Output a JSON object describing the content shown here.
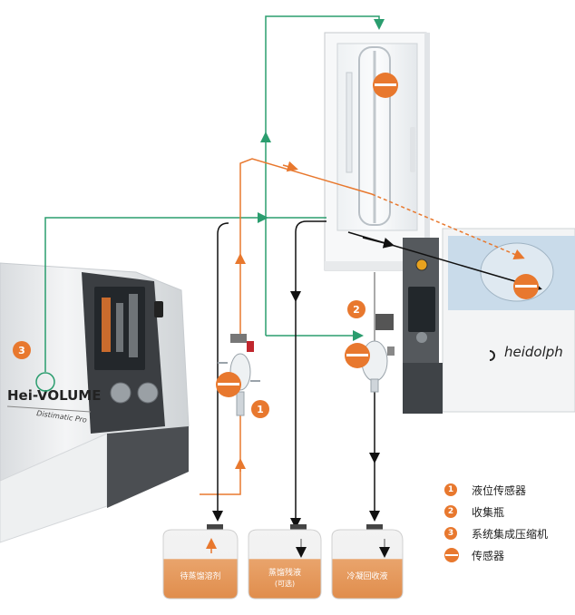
{
  "machine_left": {
    "brand": "Hei-VOLUME",
    "model": "Distimatic Pro"
  },
  "rotavap_brand": "heidolph",
  "badges": {
    "b1": "1",
    "b2": "2",
    "b3": "3"
  },
  "flasks": {
    "feed": "待蒸馏溶剂",
    "distillate_line1": "蒸馏残液",
    "distillate_line2": "(可选)",
    "condensate": "冷凝回收液"
  },
  "legend": [
    {
      "marker": "1",
      "label": "液位传感器"
    },
    {
      "marker": "2",
      "label": "收集瓶"
    },
    {
      "marker": "3",
      "label": "系统集成压缩机"
    },
    {
      "marker": "sensor",
      "label": "传感器"
    }
  ],
  "colors": {
    "green_line": "#2a9d6e",
    "orange_line": "#e8782e",
    "black_line": "#111111",
    "accent": "#e8782e"
  }
}
